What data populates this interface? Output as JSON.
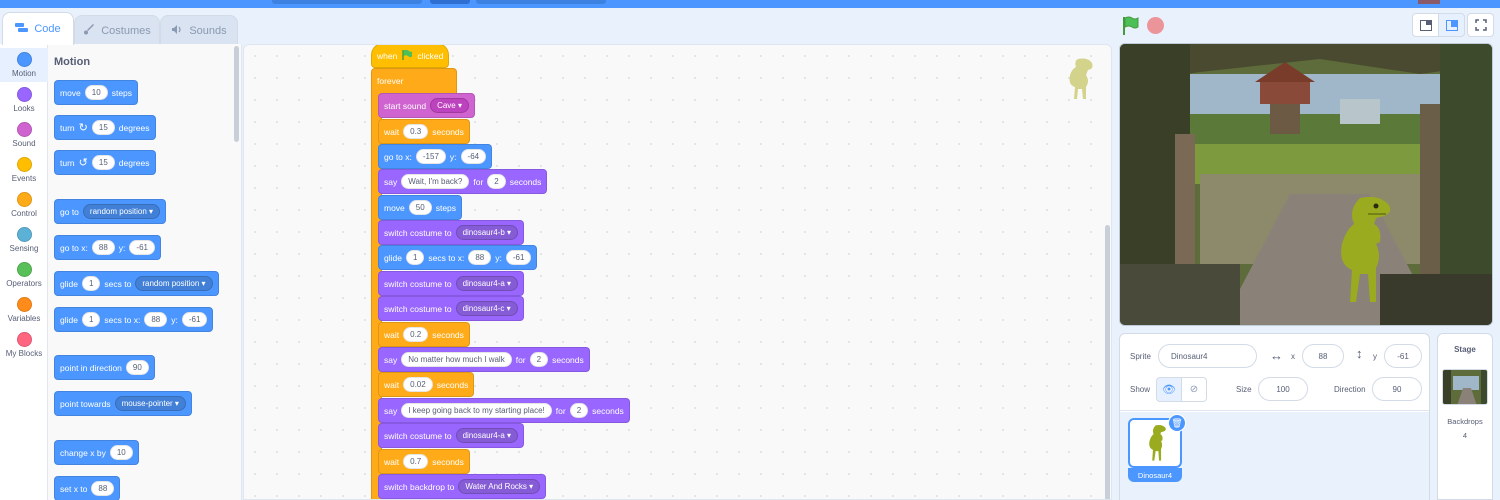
{
  "tabs": [
    {
      "label": "Code",
      "icon": "code-icon"
    },
    {
      "label": "Costumes",
      "icon": "brush-icon"
    },
    {
      "label": "Sounds",
      "icon": "speaker-icon"
    }
  ],
  "categories": [
    {
      "label": "Motion",
      "color": "#4c97ff"
    },
    {
      "label": "Looks",
      "color": "#9966ff"
    },
    {
      "label": "Sound",
      "color": "#cf63cf"
    },
    {
      "label": "Events",
      "color": "#ffbf00"
    },
    {
      "label": "Control",
      "color": "#ffab19"
    },
    {
      "label": "Sensing",
      "color": "#5cb1d6"
    },
    {
      "label": "Operators",
      "color": "#59c059"
    },
    {
      "label": "Variables",
      "color": "#ff8c1a"
    },
    {
      "label": "My Blocks",
      "color": "#ff6680"
    }
  ],
  "palette": {
    "title": "Motion",
    "move": {
      "a": "move",
      "v": "10",
      "b": "steps"
    },
    "turn_right": {
      "a": "turn",
      "v": "15",
      "b": "degrees"
    },
    "turn_left": {
      "a": "turn",
      "v": "15",
      "b": "degrees"
    },
    "goto": {
      "a": "go to",
      "dd": "random position"
    },
    "gotoxy": {
      "a": "go to x:",
      "x": "88",
      "b": "y:",
      "y": "-61"
    },
    "glide_to": {
      "a": "glide",
      "v": "1",
      "b": "secs to",
      "dd": "random position"
    },
    "glide_xy": {
      "a": "glide",
      "v": "1",
      "b": "secs to x:",
      "x": "88",
      "c": "y:",
      "y": "-61"
    },
    "point_dir": {
      "a": "point in direction",
      "v": "90"
    },
    "point_towards": {
      "a": "point towards",
      "dd": "mouse-pointer"
    },
    "change_x": {
      "a": "change x by",
      "v": "10"
    },
    "set_x": {
      "a": "set x to",
      "v": "88"
    }
  },
  "script": {
    "hat": {
      "a": "when",
      "b": "clicked"
    },
    "forever": "forever",
    "b1": {
      "a": "start sound",
      "dd": "Cave"
    },
    "b2": {
      "a": "wait",
      "v": "0.3",
      "b": "seconds"
    },
    "b3": {
      "a": "go to x:",
      "x": "-157",
      "b": "y:",
      "y": "-64"
    },
    "b4": {
      "a": "say",
      "v": "Wait, I'm back?",
      "b": "for",
      "n": "2",
      "c": "seconds"
    },
    "b5": {
      "a": "move",
      "v": "50",
      "b": "steps"
    },
    "b6": {
      "a": "switch costume to",
      "dd": "dinosaur4-b"
    },
    "b7": {
      "a": "glide",
      "v": "1",
      "b": "secs to x:",
      "x": "88",
      "c": "y:",
      "y": "-61"
    },
    "b8": {
      "a": "switch costume to",
      "dd": "dinosaur4-a"
    },
    "b9": {
      "a": "switch costume to",
      "dd": "dinosaur4-c"
    },
    "b10": {
      "a": "wait",
      "v": "0.2",
      "b": "seconds"
    },
    "b11": {
      "a": "say",
      "v": "No matter how much I walk",
      "b": "for",
      "n": "2",
      "c": "seconds"
    },
    "b12": {
      "a": "wait",
      "v": "0.02",
      "b": "seconds"
    },
    "b13": {
      "a": "say",
      "v": "I keep going back to my starting place!",
      "b": "for",
      "n": "2",
      "c": "seconds"
    },
    "b14": {
      "a": "switch costume to",
      "dd": "dinosaur4-a"
    },
    "b15": {
      "a": "wait",
      "v": "0.7",
      "b": "seconds"
    },
    "b16": {
      "a": "switch backdrop to",
      "dd": "Water And Rocks"
    }
  },
  "sprite_info": {
    "sprite_label": "Sprite",
    "sprite_name": "Dinosaur4",
    "x_label": "x",
    "x": "88",
    "y_label": "y",
    "y": "-61",
    "show_label": "Show",
    "size_label": "Size",
    "size": "100",
    "direction_label": "Direction",
    "direction": "90"
  },
  "sprites": [
    {
      "name": "Dinosaur4"
    }
  ],
  "stage_pane": {
    "title": "Stage",
    "backdrops_label": "Backdrops",
    "backdrops_count": "4"
  },
  "colors": {
    "motion": "#4c97ff",
    "looks": "#9966ff",
    "sound": "#cf63cf",
    "events": "#ffbf00",
    "control": "#ffab19",
    "accent": "#4c97ff"
  }
}
